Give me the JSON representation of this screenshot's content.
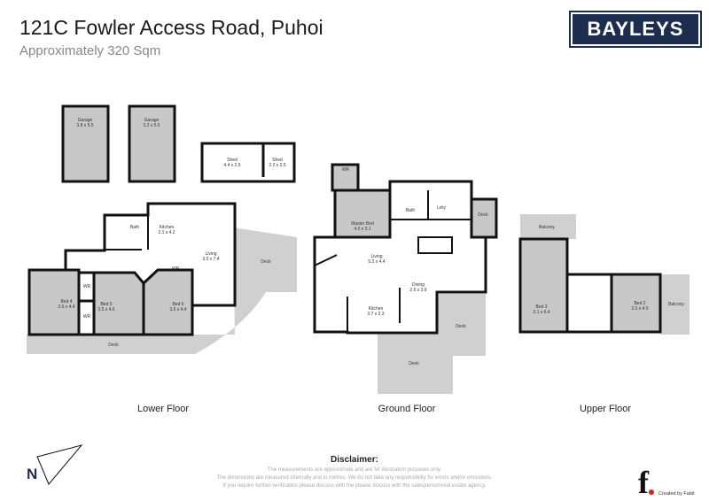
{
  "header": {
    "title": "121C Fowler Access Road, Puhoi",
    "subtitle": "Approximately 320 Sqm",
    "logo": "BAYLEYS"
  },
  "colors": {
    "room_fill": "#c8c8c8",
    "deck_fill": "#d0d0d0",
    "wall": "#111111",
    "logo_bg": "#1d2d4f",
    "fabit_dot": "#d3202a"
  },
  "lower_floor": {
    "label": "Lower Floor",
    "rooms": [
      {
        "name": "Garage",
        "size": "3.8 x 5.5"
      },
      {
        "name": "Garage",
        "size": "3.2 x 5.5"
      },
      {
        "name": "Shed",
        "size": "4.4 x 2.5"
      },
      {
        "name": "Shed",
        "size": "2.2 x 2.5"
      },
      {
        "name": "Bath",
        "size": ""
      },
      {
        "name": "Kitchen",
        "size": "2.1 x 4.2"
      },
      {
        "name": "Living",
        "size": "3.0 x 7.4"
      },
      {
        "name": "Deck",
        "size": ""
      },
      {
        "name": "WR",
        "size": ""
      },
      {
        "name": "WR",
        "size": ""
      },
      {
        "name": "WR",
        "size": ""
      },
      {
        "name": "Bed 4",
        "size": "3.6 x 4.4"
      },
      {
        "name": "Bed 5",
        "size": "3.5 x 4.6"
      },
      {
        "name": "Bed 6",
        "size": "3.5 x 4.4"
      },
      {
        "name": "Deck",
        "size": ""
      }
    ]
  },
  "ground_floor": {
    "label": "Ground Floor",
    "rooms": [
      {
        "name": "WR",
        "size": ""
      },
      {
        "name": "Master Bed",
        "size": "4.0 x 3.1"
      },
      {
        "name": "Bath",
        "size": ""
      },
      {
        "name": "Ldry",
        "size": ""
      },
      {
        "name": "Deck",
        "size": ""
      },
      {
        "name": "Living",
        "size": "5.2 x 4.4"
      },
      {
        "name": "Dining",
        "size": "2.6 x 2.9"
      },
      {
        "name": "Kitchen",
        "size": "3.7 x 2.3"
      },
      {
        "name": "Deck",
        "size": ""
      },
      {
        "name": "Deck",
        "size": ""
      }
    ]
  },
  "upper_floor": {
    "label": "Upper Floor",
    "rooms": [
      {
        "name": "Balcony",
        "size": ""
      },
      {
        "name": "Bed 3",
        "size": "3.1 x 6.4"
      },
      {
        "name": "Bed 2",
        "size": "3.0 x 4.0"
      },
      {
        "name": "Balcony",
        "size": ""
      }
    ]
  },
  "compass": {
    "label": "N"
  },
  "disclaimer": {
    "heading": "Disclaimer:",
    "lines": [
      "The measurements are approximate and are for illustration purposes only.",
      "The dimensions are measured internally and in metres. We do not take any responsibility for errors and/or omissions.",
      "If you require further verification please discuss with the please discuss with the salesperson/real estate agency."
    ]
  },
  "credit": {
    "logo": "f",
    "text": "Created by Fabit"
  }
}
